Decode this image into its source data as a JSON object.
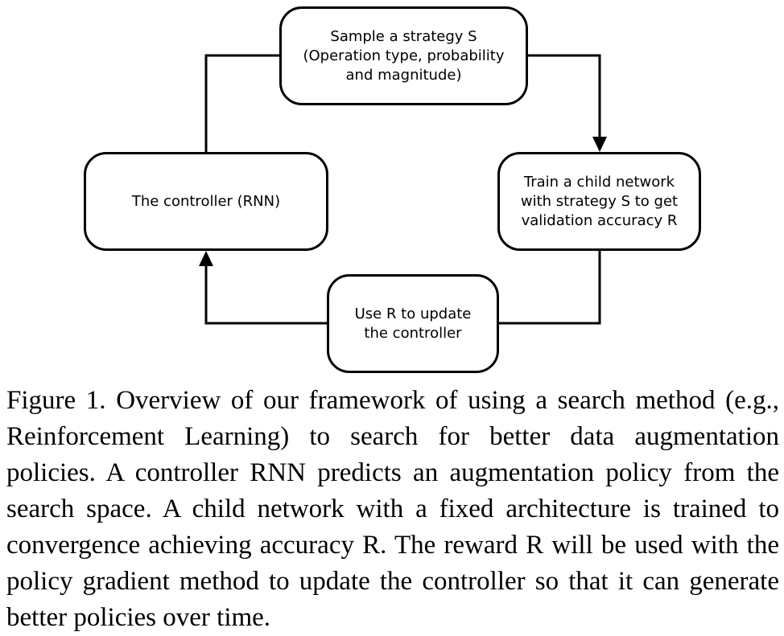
{
  "diagram": {
    "nodes": {
      "sample_strategy": [
        "Sample a strategy S",
        "(Operation type, probability",
        "and magnitude)"
      ],
      "controller": [
        "The controller (RNN)"
      ],
      "train_child": [
        "Train a child network",
        "with strategy S to get",
        "validation accuracy R"
      ],
      "update_controller": [
        "Use R to update",
        "the controller"
      ]
    },
    "edges": [
      {
        "from": "controller",
        "to": "sample_strategy"
      },
      {
        "from": "sample_strategy",
        "to": "train_child"
      },
      {
        "from": "train_child",
        "to": "update_controller"
      },
      {
        "from": "update_controller",
        "to": "controller"
      }
    ]
  },
  "caption": {
    "label": "Figure 1.",
    "text": "Overview of our framework of using a search method (e.g., Reinforcement Learning) to search for better data augmentation policies. A controller RNN predicts an augmentation policy from the search space. A child network with a fixed architecture is trained to convergence achieving accuracy R. The reward R will be used with the policy gradient method to update the controller so that it can generate better policies over time."
  }
}
